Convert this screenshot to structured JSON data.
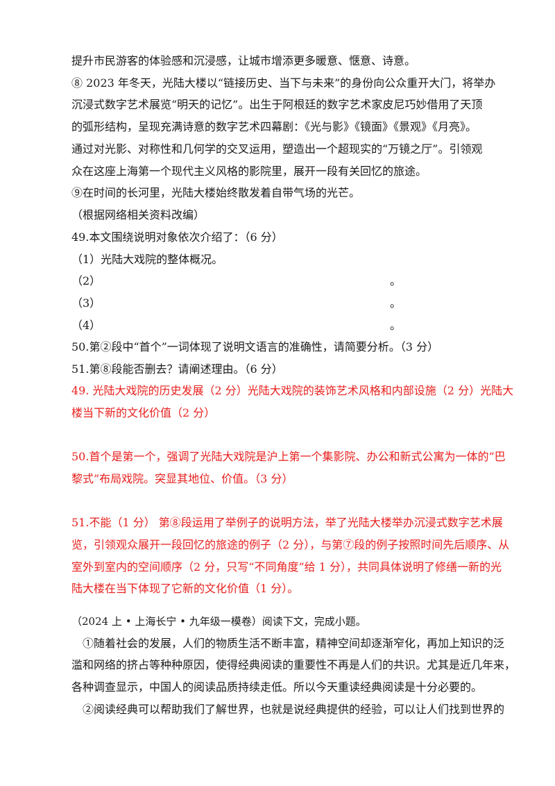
{
  "article_end": {
    "lines": [
      "提升市民游客的体验感和沉浸感，让城市增添更多暖意、惬意、诗意。",
      "⑧ 2023 年冬天，光陆大楼以“链接历史、当下与未来”的身份向公众重开大门，将举办",
      "沉浸式数字艺术展览“明天的记忆”。出生于阿根廷的数字艺术家皮尼巧妙借用了天顶",
      "的弧形结构，呈现充满诗意的数字艺术四幕剧：《光与影》《镜面》《景观》《月亮》。",
      "通过对光影、对称性和几何学的交叉运用，塑造出一个超现实的“万镜之厅”。引领观",
      "众在这座上海第一个现代主义风格的影院里，展开一段有关回忆的旅途。",
      "⑨在时间的长河里，光陆大楼始终散发着自带气场的光芒。"
    ],
    "source": "（根据网络相关资料改编）"
  },
  "questions": {
    "q49": "49.本文围绕说明对象依次介绍了：（6 分）",
    "q49_items": [
      "（1）光陆大戏院的整体概况。",
      "（2）",
      "（3）",
      "（4）"
    ],
    "blank_end": "。",
    "q50": "50.第②段中“首个”一词体现了说明文语言的准确性，请简要分析。（3 分）",
    "q51": "51.第⑧段能否删去？请阐述理由。（6 分）"
  },
  "answers": {
    "a49": [
      "49.  光陆大戏院的历史发展（2 分）光陆大戏院的装饰艺术风格和内部设施（2 分）光陆大",
      "楼当下新的文化价值（2 分）"
    ],
    "a50": [
      "50.首个是第一个，强调了光陆大戏院是沪上第一个集影院、办公和新式公寓为一体的“巴",
      "黎式”布局戏院。突显其地位、价值。（3 分）"
    ],
    "a51": [
      "51.不能（1 分）    第⑧段运用了举例子的说明方法，举了光陆大楼举办沉浸式数字艺术展",
      "览，引领观众展开一段回忆的旅途的例子（2 分），与第⑦段的例子按照时间先后顺序、从",
      "室外到室内的空间顺序（2 分，只写“不同角度”给 1 分），共同具体说明了修缮一新的光",
      "陆大楼在当下体现了它新的文化价值（1 分）。"
    ]
  },
  "next_passage": {
    "header": "（2024 上 • 上海长宁 • 九年级一模卷）阅读下文，完成小题。",
    "lines": [
      "　①随着社会的发展，人们的物质生活不断丰富，精神空间却逐渐窄化，再加上知识的泛",
      "滥和网络的挤占等种种原因，使得经典阅读的重要性不再是人们的共识。尤其是近几年来，",
      "各种调查显示，中国人的阅读品质持续走低。所以今天重读经典阅读是十分必要的。",
      "　②阅读经典可以帮助我们了解世界，也就是说经典提供的经验，可以让人们找到世界的"
    ]
  }
}
